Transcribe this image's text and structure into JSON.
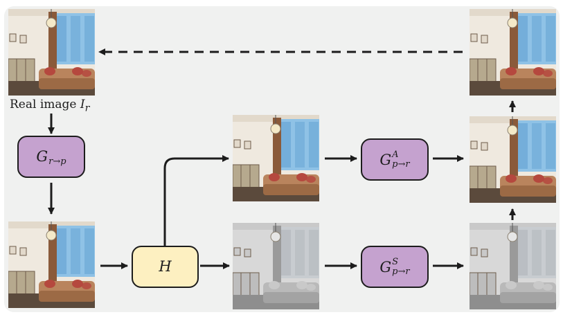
{
  "caption": {
    "text": "Real image ",
    "symbol": "I",
    "subscript": "r"
  },
  "blocks": {
    "g_rp": {
      "symbol": "G",
      "subscript": "r→p"
    },
    "h": {
      "symbol": "H"
    },
    "g_a": {
      "symbol": "G",
      "superscript": "A",
      "subscript": "p→r"
    },
    "g_s": {
      "symbol": "G",
      "superscript": "S",
      "subscript": "p→r"
    }
  },
  "colors": {
    "panel": "#f0f1f0",
    "generator_block": "#c5a2cf",
    "h_block": "#fdf0c1",
    "stroke": "#1c1c1c"
  },
  "photos": [
    {
      "name": "real-image-photo",
      "style": "color"
    },
    {
      "name": "intermediate-photo",
      "style": "color"
    },
    {
      "name": "appearance-branch-photo",
      "style": "color"
    },
    {
      "name": "structure-branch-photo",
      "style": "gray"
    },
    {
      "name": "appearance-output-photo",
      "style": "color"
    },
    {
      "name": "structure-output-photo",
      "style": "gray"
    },
    {
      "name": "final-output-photo",
      "style": "color"
    }
  ]
}
